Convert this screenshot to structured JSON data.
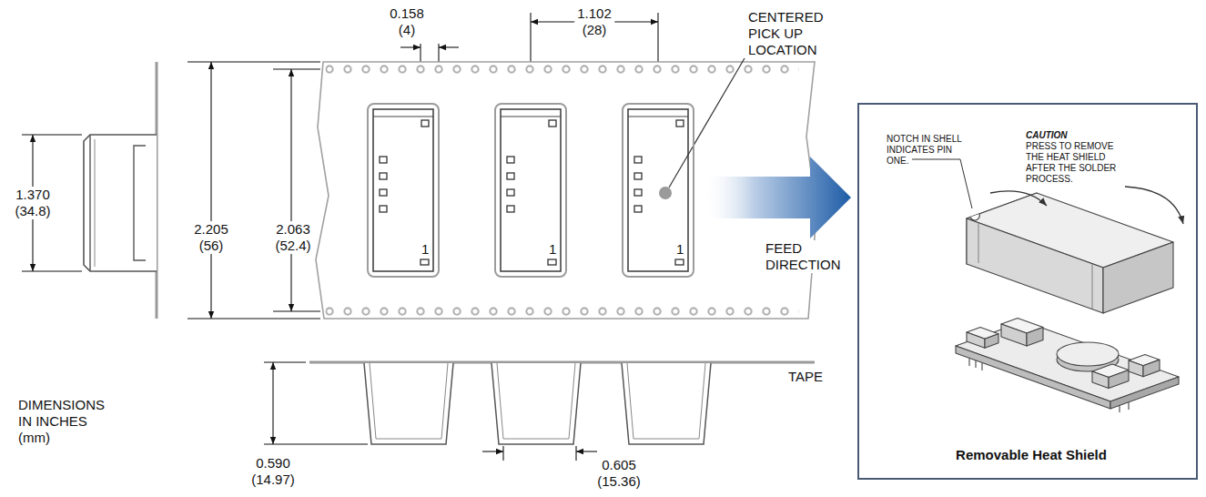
{
  "diagram": {
    "nodes": [
      {
        "text": [
          "1"
        ]
      },
      {
        "text": [
          "1"
        ]
      },
      {
        "text": [
          "1"
        ]
      },
      {
        "text": [
          "NOTCH IN SHELL INDICATES PIN ONE.",
          "CAUTION",
          "PRESS TO REMOVE THE HEAT SHIELD AFTER THE SOLDER PROCESS.",
          "Removable Heat Shield"
        ]
      }
    ],
    "labels": [
      "0.158 (4)",
      "1.102 (28)",
      "CENTERED PICK UP LOCATION",
      "1.370 (34.8)",
      "2.205 (56)",
      "2.063 (52.4)",
      "FEED DIRECTION",
      "TAPE",
      "DIMENSIONS IN INCHES (mm)",
      "0.590 (14.97)",
      "0.605 (15.36)"
    ]
  }
}
